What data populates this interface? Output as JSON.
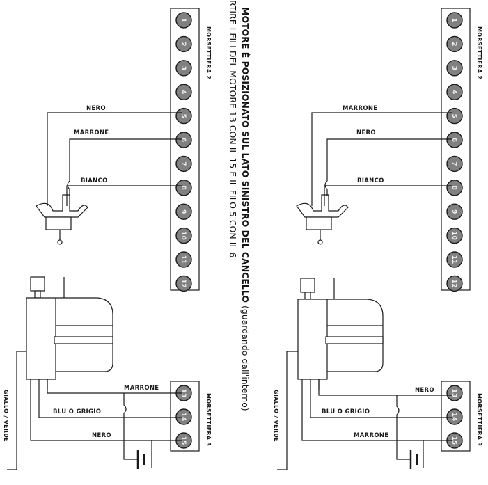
{
  "note": {
    "line1_bold": "MOTORE È POSIZIONATO SUL LATO SINISTRO DEL CANCELLO",
    "line1_rest": " (guardando dall'interno)",
    "line2": "RTIRE I FILI DEL MOTORE  13 CON IL 15 E IL FILO 5 CON IL 6"
  },
  "colors": {
    "terminal_fill": "#808080",
    "ink": "#1a1a1a"
  },
  "left": {
    "morsettiera2_title": "MORSETTIERA 2",
    "morsettiera3_title": "MORSETTIERA 3",
    "terminals2": [
      "1",
      "2",
      "3",
      "4",
      "5",
      "6",
      "7",
      "8",
      "9",
      "10",
      "11",
      "12"
    ],
    "terminals3": [
      "13",
      "14",
      "15"
    ],
    "wire_t5": "NERO",
    "wire_t6": "MARRONE",
    "wire_t8": "BIANCO",
    "wire_t13": "MARRONE",
    "wire_t14": "BLU O GRIGIO",
    "wire_t15": "NERO",
    "ground": "GIALLO / VERDE"
  },
  "right": {
    "morsettiera2_title": "MORSETTIERA 2",
    "morsettiera3_title": "MORSETTIERA 3",
    "terminals2": [
      "1",
      "2",
      "3",
      "4",
      "5",
      "6",
      "7",
      "8",
      "9",
      "10",
      "11",
      "12"
    ],
    "terminals3": [
      "13",
      "14",
      "15"
    ],
    "wire_t5": "MARRONE",
    "wire_t6": "NERO",
    "wire_t8": "BIANCO",
    "wire_t13": "NERO",
    "wire_t14": "BLU O GRIGIO",
    "wire_t15": "MARRONE",
    "ground": "GIALLO / VERDE"
  }
}
